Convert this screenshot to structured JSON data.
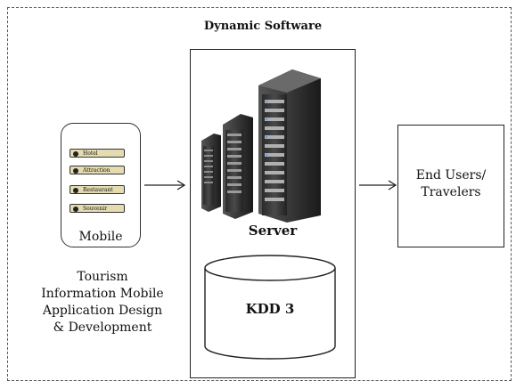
{
  "diagram": {
    "title": "Dynamic Software",
    "mobile": {
      "menu_items": [
        "Hotel",
        "Attraction",
        "Restaurant",
        "Souvenir"
      ],
      "label": "Mobile"
    },
    "caption_lines": [
      "Tourism",
      "Information Mobile",
      "Application Design",
      "& Development"
    ],
    "server": {
      "label": "Server",
      "database_label": "KDD 3"
    },
    "end_users_lines": [
      "End Users/",
      "Travelers"
    ]
  }
}
